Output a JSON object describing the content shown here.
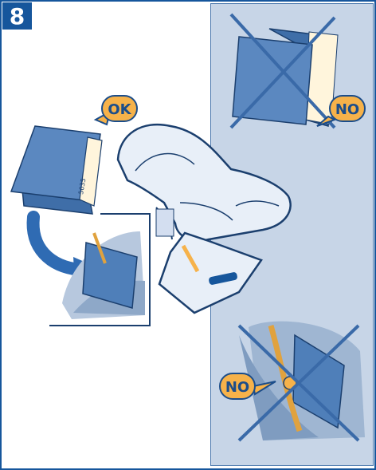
{
  "step": {
    "number": "8"
  },
  "labels": {
    "correct": "OK",
    "wrong_top": "NO",
    "wrong_bottom": "NO"
  },
  "manual_spine_text": "5035",
  "colors": {
    "brand_blue": "#16569c",
    "panel_bg": "#c7d5e7",
    "label_orange": "#f6b24a",
    "seat_fill": "#e8eff8"
  }
}
